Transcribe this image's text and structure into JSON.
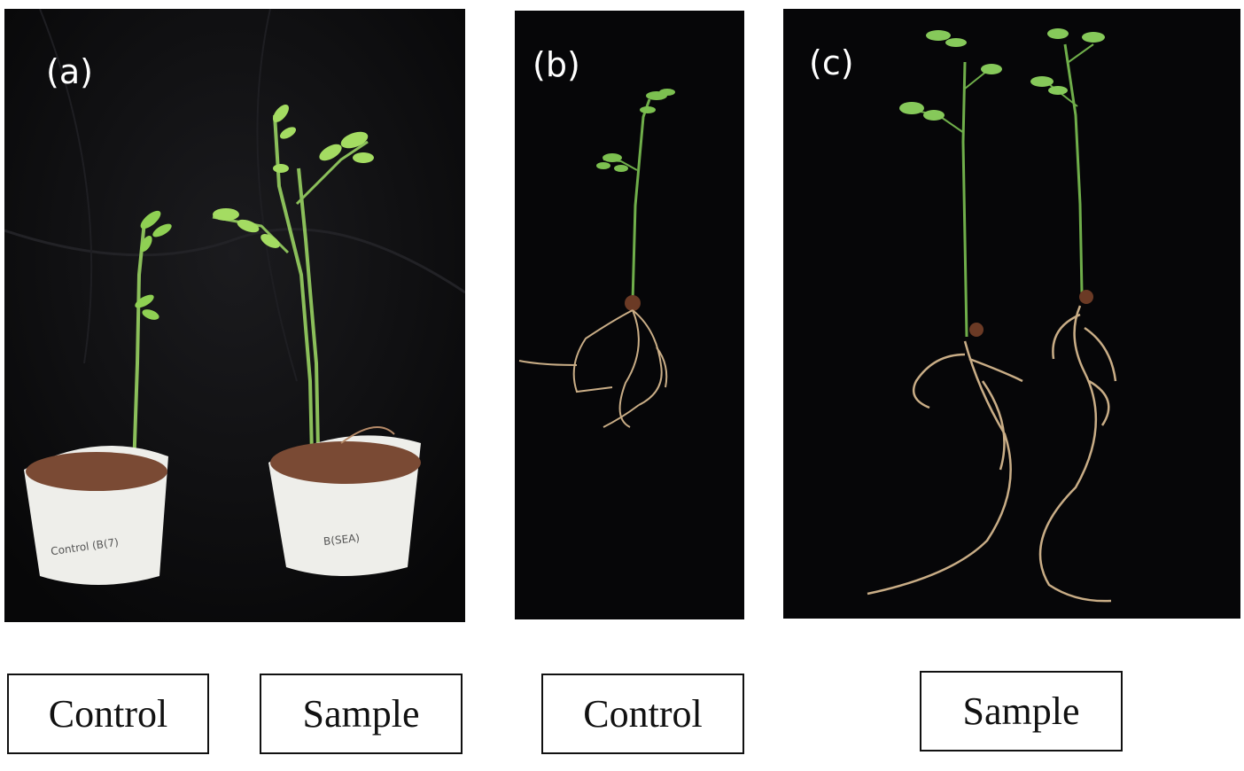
{
  "panels": {
    "a": {
      "label": "(a)",
      "pot_left_text": "Control (B(7)",
      "pot_right_text": "B(SEA)"
    },
    "b": {
      "label": "(b)"
    },
    "c": {
      "label": "(c)"
    }
  },
  "captions": [
    "Control",
    "Sample",
    "Control",
    "Sample"
  ],
  "colors": {
    "background": "#0a0a0c",
    "leaf": "#7fc24a",
    "root": "#c9ad86",
    "pot": "#eeeeea"
  }
}
